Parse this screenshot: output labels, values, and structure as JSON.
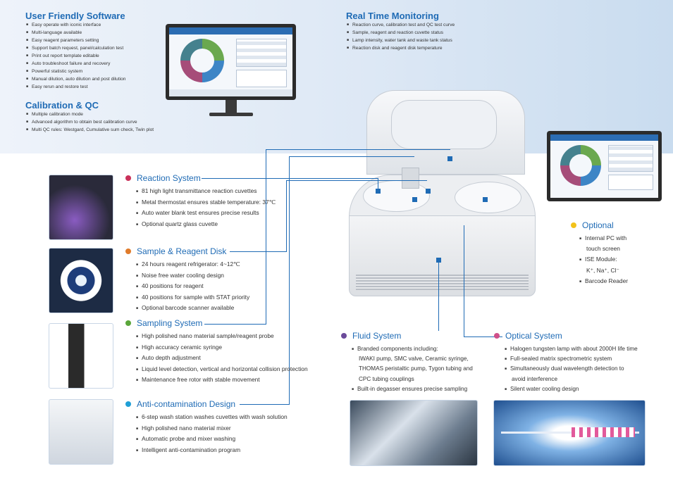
{
  "software": {
    "title": "User Friendly Software",
    "items": [
      "Easy operate with iconic interface",
      "Multi-language available",
      "Easy reagent parameters setting",
      "Support batch request, panel/calculation test",
      "Print out report template editable",
      "Auto troubleshoot failure and recovery",
      "Powerful statistic system",
      "Manual dilution, auto dilution and post dilution",
      "Easy rerun and restore test"
    ]
  },
  "calibration": {
    "title": "Calibration & QC",
    "items": [
      "Multiple calibration mode",
      "Advanced algorithm to obtain best calibration curve",
      "Multi QC rules: Westgard, Cumulative sum check, Twin plot"
    ]
  },
  "monitoring": {
    "title": "Real Time Monitoring",
    "items": [
      "Reaction curve, calibration test and QC test curve",
      "Sample, reagent and reaction cuvette status",
      "Lamp intensity, water tank and waste tank status",
      "Reaction disk and reagent disk temperature"
    ]
  },
  "reaction": {
    "title": "Reaction System",
    "color": "#c9315a",
    "items": [
      "81 high light transmittance reaction cuvettes",
      "Metal thermostat ensures stable temperature: 37℃",
      "Auto water blank test ensures precise results",
      "Optional quartz glass cuvette"
    ]
  },
  "sample_disk": {
    "title": "Sample & Reagent Disk",
    "color": "#e07b2a",
    "items": [
      "24 hours reagent refrigerator: 4~12℃",
      "Noise free water cooling design",
      "40 positions for reagent",
      "40 positions for sample with STAT priority",
      "Optional barcode scanner available"
    ]
  },
  "sampling": {
    "title": "Sampling System",
    "color": "#5aa63a",
    "items": [
      "High polished nano material sample/reagent probe",
      "High accuracy ceramic syringe",
      "Auto depth adjustment",
      "Liquid level detection, vertical and horizontal collision protection",
      "Maintenance free rotor with stable movement"
    ]
  },
  "anticontam": {
    "title": "Anti-contamination Design",
    "color": "#1f9fd6",
    "items": [
      "6-step wash station washes cuvettes with wash solution",
      "High polished nano material mixer",
      "Automatic probe and mixer washing",
      "Intelligent anti-contamination program"
    ]
  },
  "fluid": {
    "title": "Fluid System",
    "color": "#6b4a9a",
    "item1": "Branded components including:",
    "cont": [
      "IWAKI pump, SMC valve, Ceramic syringe,",
      "THOMAS peristaltic pump, Tygon tubing and",
      "CPC tubing couplings"
    ],
    "item2": "Built-in degasser ensures precise sampling"
  },
  "optical": {
    "title": "Optical System",
    "color": "#d0508a",
    "items": [
      "Halogen tungsten lamp with about 2000H life time",
      "Full-sealed matrix spectrometric system",
      "Simultaneously dual wavelength detection to",
      "avoid interference",
      "Silent water cooling design"
    ]
  },
  "optional": {
    "title": "Optional",
    "color": "#f2c21a",
    "items": [
      "Internal PC with",
      "touch screen",
      "ISE Module:",
      "Barcode Reader"
    ],
    "ions": "K⁺, Na⁺, Cl⁻"
  }
}
